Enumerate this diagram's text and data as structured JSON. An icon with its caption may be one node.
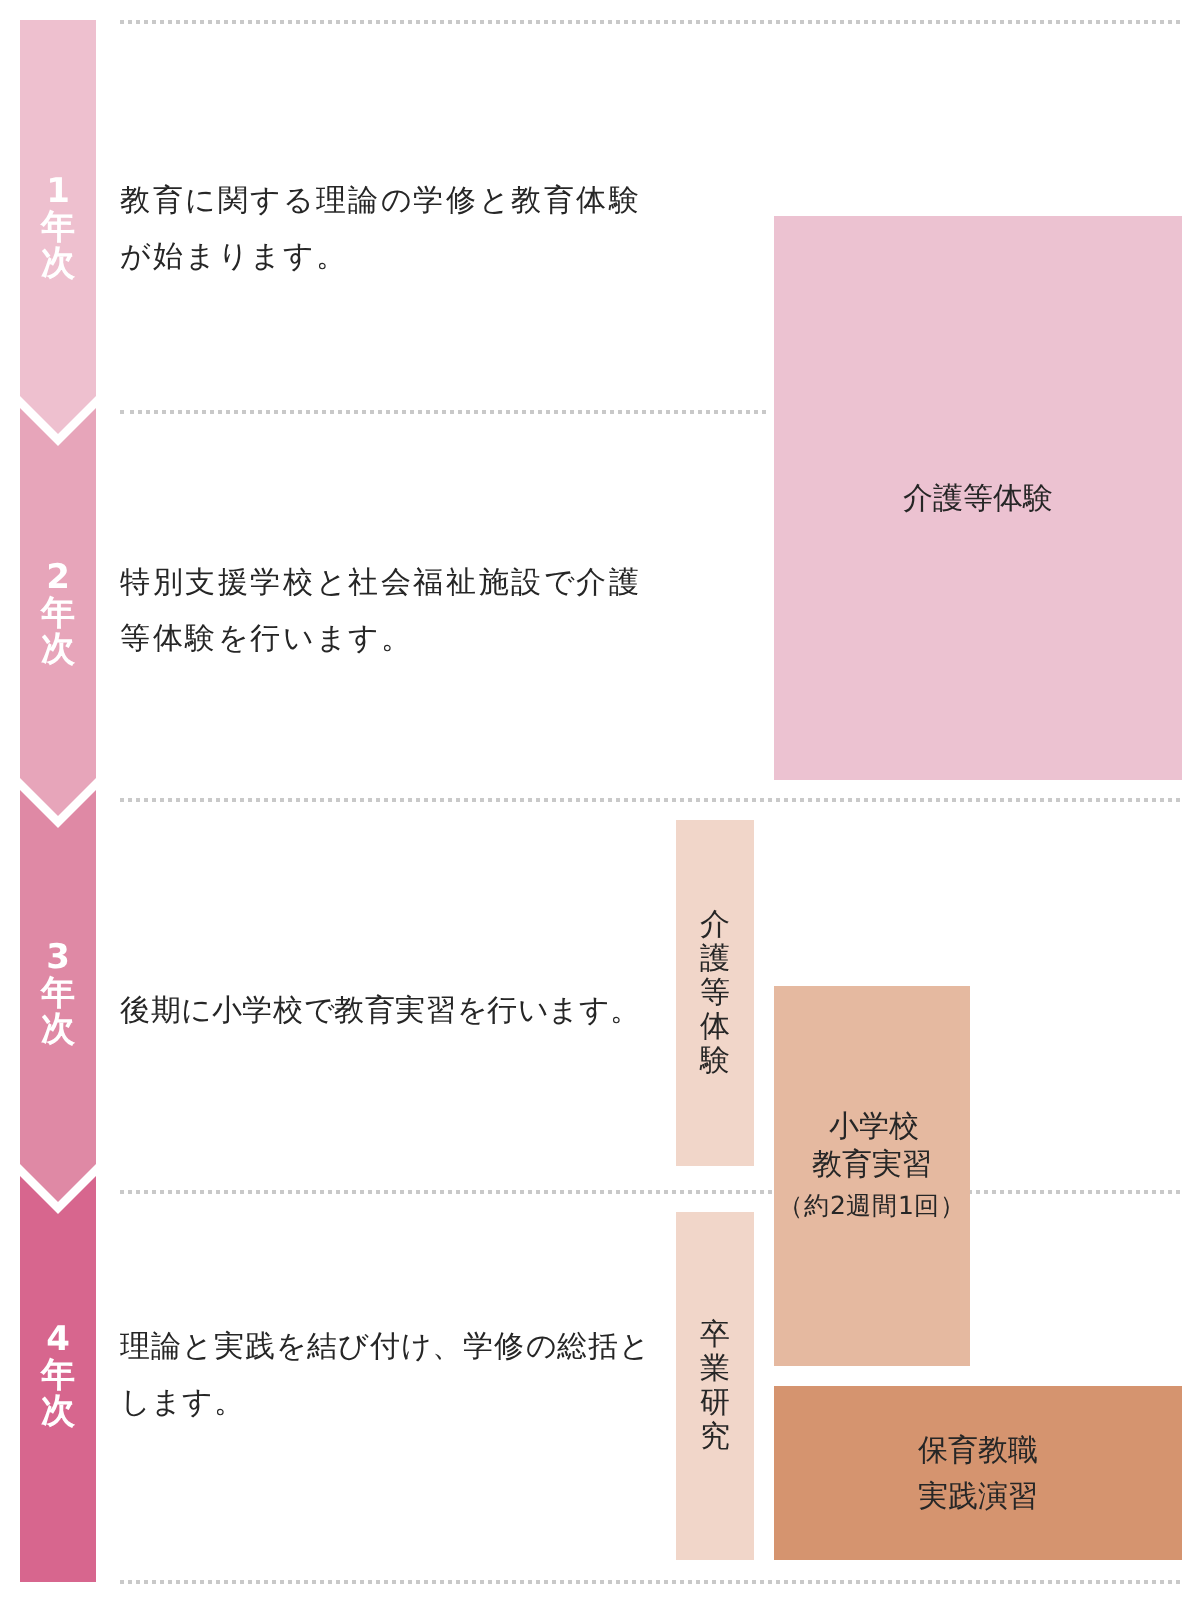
{
  "diagram": {
    "nodes": [
      {
        "text": [
          "1年次"
        ],
        "beside": [
          "教育に関する理論の学修と教育体験が始まります。"
        ]
      },
      {
        "text": [
          "2年次"
        ],
        "beside": [
          "特別支援学校と社会福祉施設で介護等体験を行います。"
        ]
      },
      {
        "text": [
          "3年次"
        ],
        "beside": [
          "後期に小学校で教育実習を行います。"
        ]
      },
      {
        "text": [
          "4年次"
        ],
        "beside": [
          "理論と実践を結び付け、学修の総括とします。"
        ]
      },
      {
        "text": [
          "介護等体験"
        ]
      },
      {
        "text": [
          "介護等体験"
        ]
      },
      {
        "text": [
          "小学校教育実習",
          "（約2週間1回）"
        ]
      },
      {
        "text": [
          "卒業研究"
        ]
      },
      {
        "text": [
          "保育教職実践演習"
        ]
      }
    ]
  }
}
